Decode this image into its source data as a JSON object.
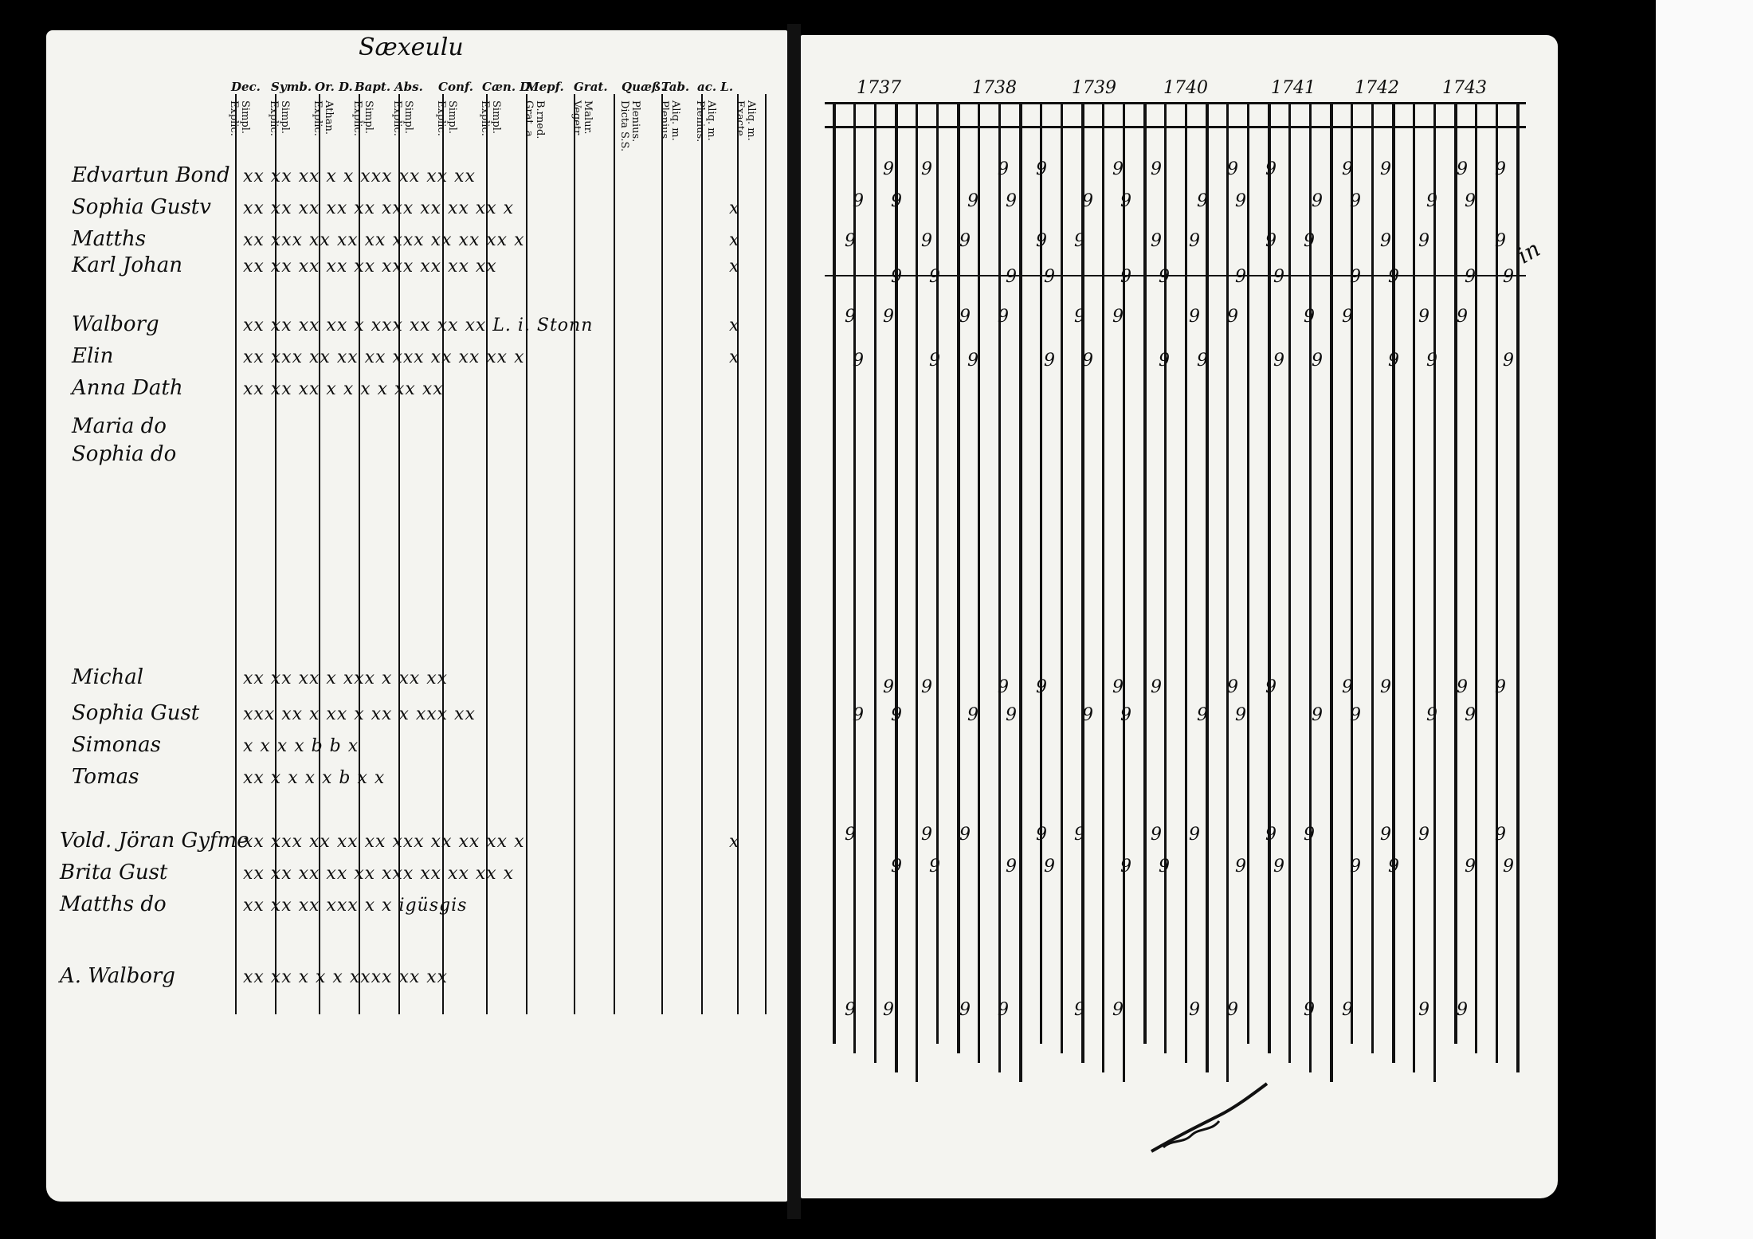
{
  "page_heading": "Sæxeulu",
  "header_columns": [
    {
      "label": "Dec.",
      "sub": [
        "Simpl.",
        "Explic."
      ]
    },
    {
      "label": "Symb.",
      "sub": [
        "Simpl.",
        "Explic."
      ]
    },
    {
      "label": "Or. D.",
      "sub": [
        "Athan.",
        "Explic."
      ]
    },
    {
      "label": "Bapt.",
      "sub": [
        "Simpl.",
        "Explic."
      ]
    },
    {
      "label": "Abs.",
      "sub": [
        "Simpl.",
        "Explic."
      ]
    },
    {
      "label": "Conf.",
      "sub": [
        "Simpl.",
        "Explic."
      ]
    },
    {
      "label": "Cæn. D.",
      "sub": [
        "Simpl.",
        "Explic."
      ]
    },
    {
      "label": "Mepf.",
      "sub": [
        "B.rned.",
        "Grat. a."
      ]
    },
    {
      "label": "Grat.",
      "sub": [
        "Malur.",
        "Vegetr."
      ]
    },
    {
      "label": "Quæß.",
      "sub": [
        "Plenius.",
        "Dicta S.S."
      ]
    },
    {
      "label": "Tab.",
      "sub": [
        "Aliq. m.",
        "Plenius."
      ]
    },
    {
      "label": "ac. L.",
      "sub": [
        "Aliq. m.",
        "Plenius."
      ]
    },
    {
      "label": "",
      "sub": [
        "Aliq. m.",
        "Exacte"
      ]
    }
  ],
  "rows": [
    {
      "name": "Edvartun Bond",
      "marks": "xx  xx  xx  x  x  xxx xx  xx  xx"
    },
    {
      "name": "Sophia Gustv",
      "marks": "xx  xx  xx  xx  xx  xxx xx  xx  xx  x",
      "end": "x"
    },
    {
      "name": "Matths",
      "marks": "xx  xxx xx  xx  xx  xxx xx  xx  xx  x",
      "end": "x"
    },
    {
      "name": "Karl Johan",
      "marks": "xx  xx  xx  xx  xx  xxx xx  xx  xx",
      "end": "x"
    },
    {
      "name": "Walborg",
      "marks": "xx  xx  xx  xx  x   xxx xx  xx  xx  L. i. Stonn",
      "end": "x"
    },
    {
      "name": "Elin",
      "marks": "xx  xxx xx  xx  xx  xxx xx  xx  xx  x",
      "end": "x"
    },
    {
      "name": "Anna Dath",
      "marks": "xx  xx  xx  x  x  x  x  xx  xx"
    },
    {
      "name": "Maria do",
      "marks": ""
    },
    {
      "name": "Sophia do",
      "marks": ""
    },
    {
      "name": "Michal",
      "marks": "xx  xx  xx  x  xxx x  xx  xx"
    },
    {
      "name": "Sophia Gust",
      "marks": "xxx xx x  xx x  xx  x  xxx xx"
    },
    {
      "name": "Simonas",
      "marks": "x  x  x  x  b  b  x"
    },
    {
      "name": "Tomas",
      "marks": "xx  x  x  x  x  b  x  x"
    },
    {
      "name": "Vold. Jöran Gyfme",
      "marks": "xx  xxx xx  xx  xx  xxx xx  xx  xx  x",
      "end": "x"
    },
    {
      "name": "Brita Gust",
      "marks": "xx  xx  xx  xx  xx  xxx xx  xx  xx  x"
    },
    {
      "name": "Matths do",
      "marks": "xx  xx  xx  xxx x  x  igüsgis"
    },
    {
      "name": "A. Walborg",
      "marks": "xx  xx  x  x  x  xxxx xx  xx"
    }
  ],
  "years": [
    "1737",
    "1738",
    "1739",
    "1740",
    "1741",
    "1742",
    "1743"
  ],
  "margin_note": "in"
}
